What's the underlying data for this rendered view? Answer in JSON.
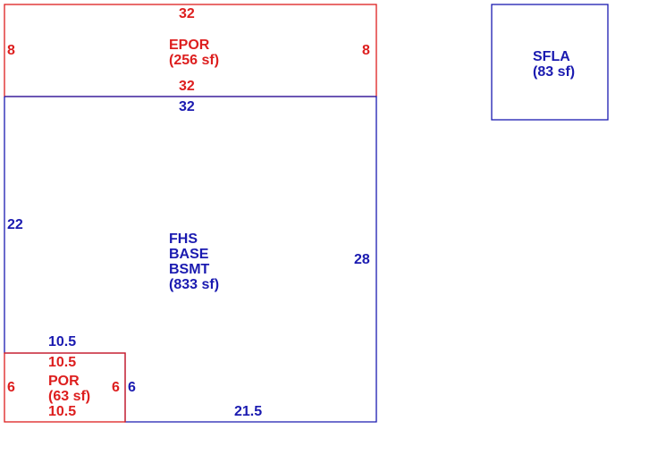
{
  "colors": {
    "porch_line": "#dd1e1e",
    "living_line": "#1a1ab0"
  },
  "areas": {
    "epor": {
      "code": "EPOR",
      "area": "(256 sf)"
    },
    "main": {
      "code1": "FHS",
      "code2": "BASE",
      "code3": "BSMT",
      "area": "(833 sf)"
    },
    "por": {
      "code": "POR",
      "area": "(63 sf)"
    },
    "sfla": {
      "code": "SFLA",
      "area": "(83 sf)"
    }
  },
  "dimensions": {
    "epor_top": "32",
    "epor_left": "8",
    "epor_right": "8",
    "epor_bottom": "32",
    "main_top": "32",
    "main_left": "22",
    "main_right": "28",
    "main_bottom": "21.5",
    "main_notch_top": "10.5",
    "main_notch_side": "6",
    "por_top": "10.5",
    "por_left": "6",
    "por_right": "6",
    "por_bottom": "10.5"
  }
}
